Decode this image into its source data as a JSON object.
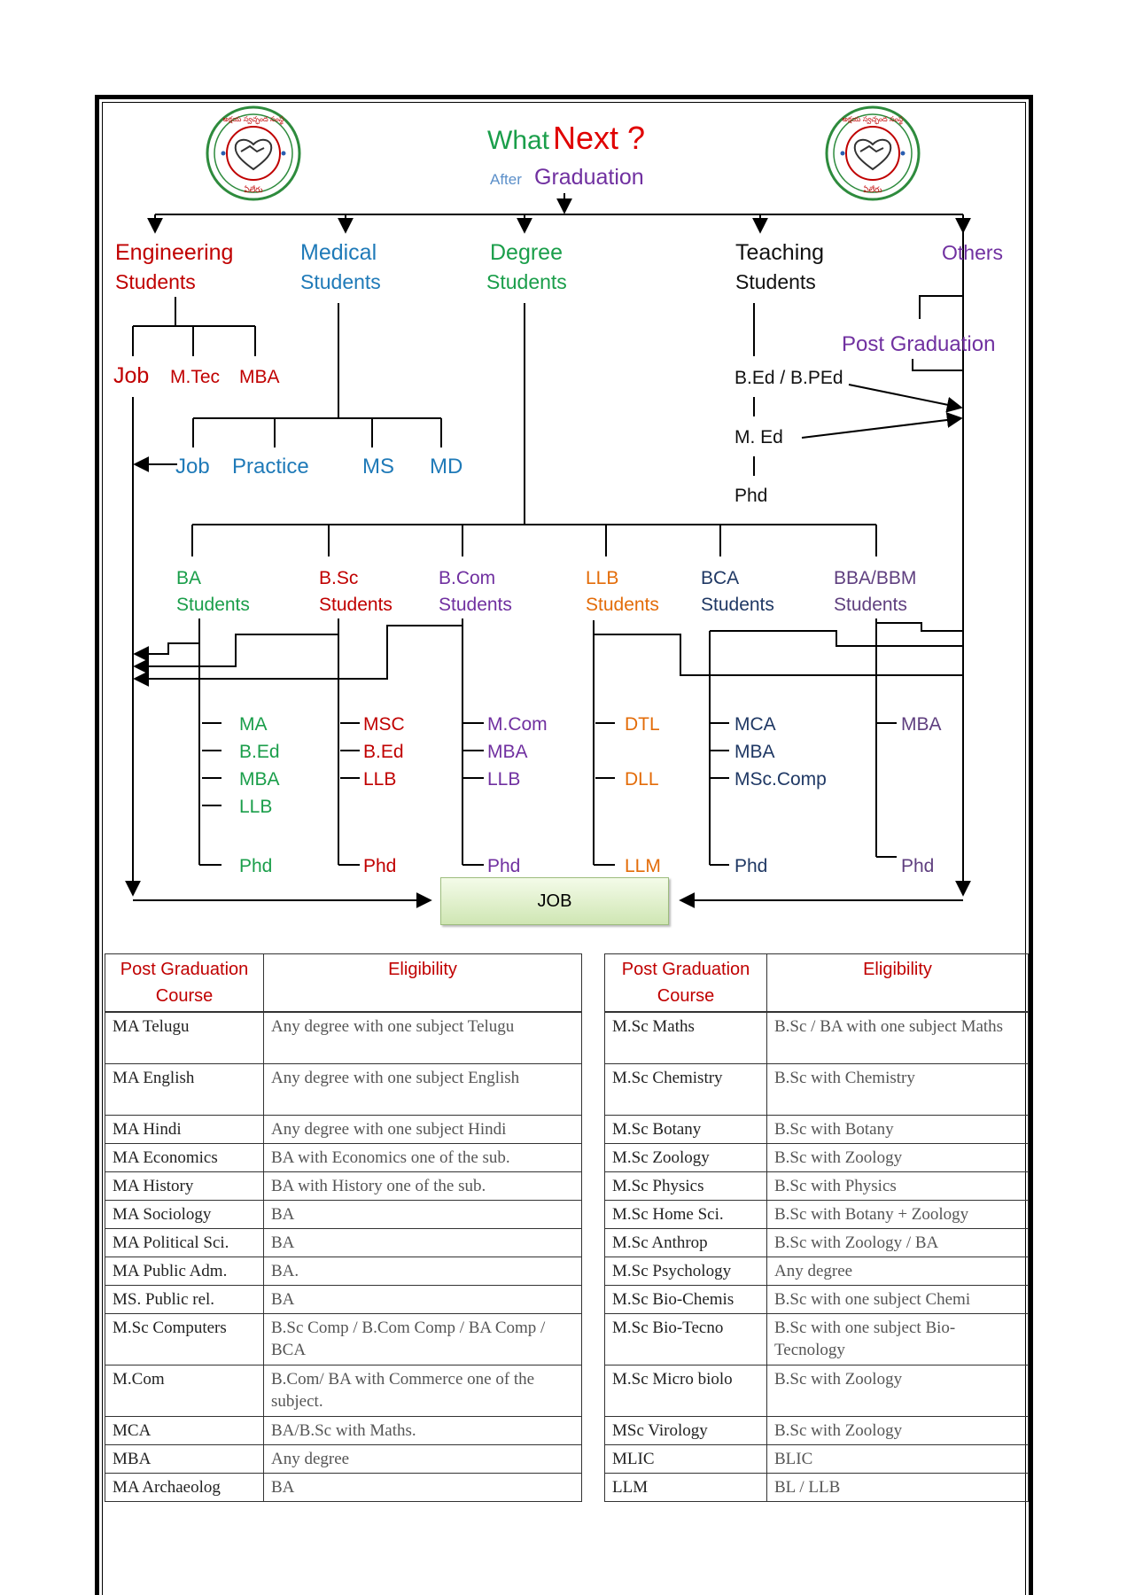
{
  "title": {
    "what": "What",
    "next": "Next ?",
    "after": "After",
    "graduation": "Graduation"
  },
  "logo": {
    "text": "అక్షయ స్వచ్ఛంద సంస్థ",
    "bottom": "ఏలేరు"
  },
  "streams": {
    "engineering": {
      "line1": "Engineering",
      "line2": "Students",
      "options": [
        "Job",
        "M.Tec",
        "MBA"
      ]
    },
    "medical": {
      "line1": "Medical",
      "line2": "Students",
      "options": [
        "Job",
        "Practice",
        "MS",
        "MD"
      ]
    },
    "degree": {
      "line1": "Degree",
      "line2": "Students"
    },
    "teaching": {
      "line1": "Teaching",
      "line2": "Students",
      "options": [
        "B.Ed / B.PEd",
        "M. Ed",
        "Phd"
      ]
    },
    "others": {
      "label": "Others",
      "pg": "Post Graduation"
    }
  },
  "degree_branches": [
    {
      "name": "BA",
      "line2": "Students",
      "color": "#1a9e4a",
      "courses": [
        "MA",
        "B.Ed",
        "MBA",
        "LLB",
        "Phd"
      ]
    },
    {
      "name": "B.Sc",
      "line2": "Students",
      "color": "#c00000",
      "courses": [
        "MSC",
        "B.Ed",
        "LLB",
        "Phd"
      ]
    },
    {
      "name": "B.Com",
      "line2": "Students",
      "color": "#7030a0",
      "courses": [
        "M.Com",
        "MBA",
        "LLB",
        "Phd"
      ]
    },
    {
      "name": "LLB",
      "line2": "Students",
      "color": "#e36c09",
      "courses": [
        "DTL",
        "DLL",
        "LLM"
      ]
    },
    {
      "name": "BCA",
      "line2": "Students",
      "color": "#1f3864",
      "courses": [
        "MCA",
        "MBA",
        "MSc.Comp",
        "Phd"
      ]
    },
    {
      "name": "BBA/BBM",
      "line2": "Students",
      "color": "#5f3f7f",
      "courses": [
        "MBA",
        "Phd"
      ]
    }
  ],
  "job_box": "JOB",
  "colors": {
    "engineering": "#c00000",
    "medical": "#1f7ab8",
    "degree": "#1a9e4a",
    "teaching": "#000000",
    "others": "#7030a0",
    "title_what": "#1a9e4a",
    "title_next": "#e00000",
    "title_after": "#5b8fc9",
    "title_graduation": "#7030a0"
  },
  "left_table": {
    "headers": [
      "Post Graduation Course",
      "Eligibility"
    ],
    "rows": [
      [
        "MA  Telugu",
        "Any degree with one subject Telugu"
      ],
      [
        "MA  English",
        "Any degree with one subject English"
      ],
      [
        "MA  Hindi",
        "Any degree with one subject Hindi"
      ],
      [
        "MA Economics",
        "BA with Economics one of the sub."
      ],
      [
        "MA History",
        "BA with History one of the sub."
      ],
      [
        "MA Sociology",
        "BA"
      ],
      [
        "MA Political Sci.",
        "BA"
      ],
      [
        "MA Public Adm.",
        "BA."
      ],
      [
        "MS. Public rel.",
        "BA"
      ],
      [
        "M.Sc Computers",
        "B.Sc Comp / B.Com Comp /  BA Comp / BCA"
      ],
      [
        "M.Com",
        "B.Com/ BA with Commerce one of the subject."
      ],
      [
        "MCA",
        "BA/B.Sc with Maths."
      ],
      [
        "MBA",
        "Any degree"
      ],
      [
        "MA Archaeolog",
        "BA"
      ]
    ]
  },
  "right_table": {
    "headers": [
      "Post Graduation Course",
      "Eligibility"
    ],
    "rows": [
      [
        "M.Sc Maths",
        "B.Sc / BA with one subject Maths"
      ],
      [
        "M.Sc Chemistry",
        "B.Sc with Chemistry"
      ],
      [
        "M.Sc Botany",
        "B.Sc with Botany"
      ],
      [
        "M.Sc Zoology",
        "B.Sc with Zoology"
      ],
      [
        "M.Sc  Physics",
        "B.Sc with Physics"
      ],
      [
        "M.Sc Home Sci.",
        "B.Sc with Botany + Zoology"
      ],
      [
        "M.Sc Anthrop",
        "B.Sc with Zoology / BA"
      ],
      [
        "M.Sc Psychology",
        "Any degree"
      ],
      [
        "M.Sc Bio-Chemis",
        "B.Sc with one subject Chemi"
      ],
      [
        "M.Sc Bio-Tecno",
        "B.Sc with one subject Bio-Tecnology"
      ],
      [
        "M.Sc Micro biolo",
        "B.Sc with Zoology"
      ],
      [
        "MSc Virology",
        "B.Sc with Zoology"
      ],
      [
        "MLIC",
        "BLIC"
      ],
      [
        "LLM",
        "BL / LLB"
      ]
    ]
  }
}
